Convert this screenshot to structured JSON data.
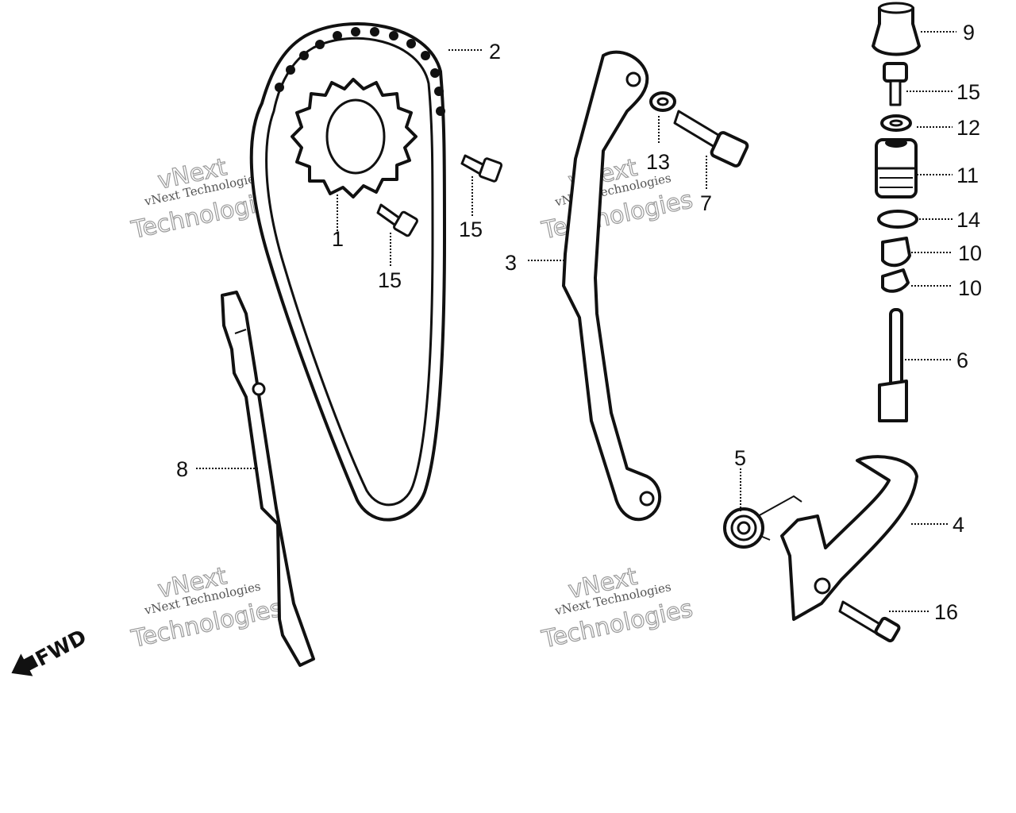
{
  "callouts": {
    "p1": "1",
    "p2": "2",
    "p3": "3",
    "p4": "4",
    "p5": "5",
    "p6": "6",
    "p7": "7",
    "p8": "8",
    "p9": "9",
    "p10a": "10",
    "p10b": "10",
    "p11": "11",
    "p12": "12",
    "p13": "13",
    "p14": "14",
    "p15a": "15",
    "p15b": "15",
    "p15c": "15",
    "p16": "16"
  },
  "direction_label": "FWD",
  "watermark": {
    "line1": "vNext Technologies",
    "line2a": "vNext",
    "line2b": "Technologies"
  },
  "colors": {
    "line": "#111111",
    "background": "#ffffff",
    "watermark": "#9a9a9a"
  }
}
